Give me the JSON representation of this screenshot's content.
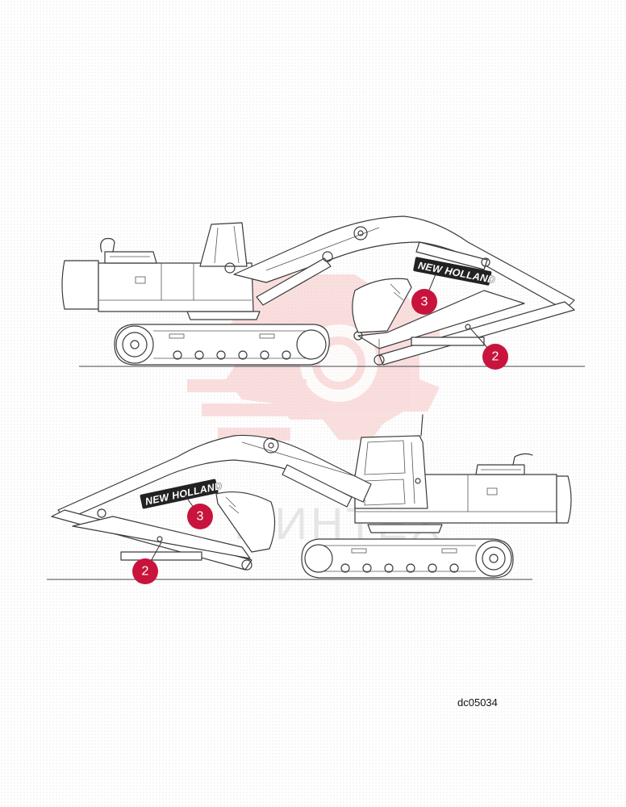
{
  "diagram": {
    "drawing_code": "dc05034",
    "brand_decal": "NEW HOLLAND",
    "watermark_text": "МИНТЕХ",
    "callouts": [
      {
        "id": "upper-3",
        "number": "3"
      },
      {
        "id": "upper-2",
        "number": "2"
      },
      {
        "id": "lower-3",
        "number": "3"
      },
      {
        "id": "lower-2",
        "number": "2"
      }
    ]
  },
  "colors": {
    "callout_badge": "#c8143c",
    "watermark": "#f5c9c9",
    "line": "#3a3a3a"
  }
}
